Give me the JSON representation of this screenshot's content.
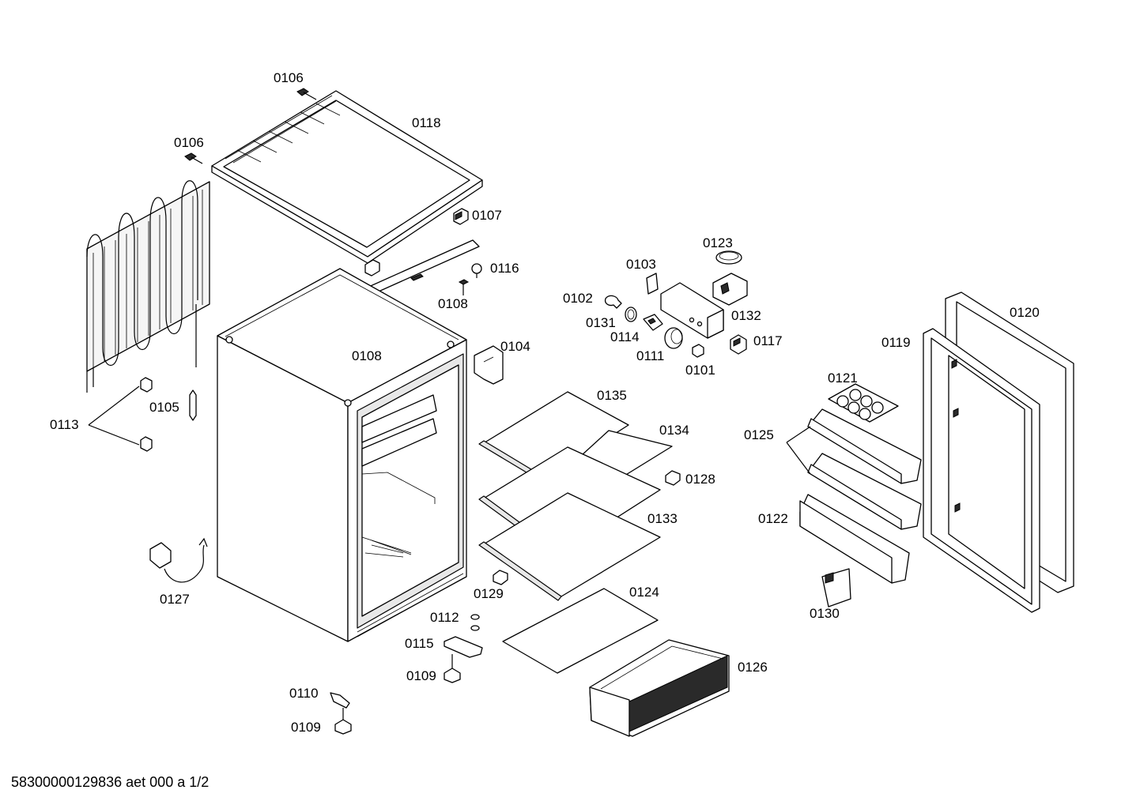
{
  "labels": {
    "p0106a": "0106",
    "p0106b": "0106",
    "p0118": "0118",
    "p0107": "0107",
    "p0116": "0116",
    "p0108a": "0108",
    "p0108b": "0108",
    "p0104": "0104",
    "p0113": "0113",
    "p0105": "0105",
    "p0127": "0127",
    "p0123": "0123",
    "p0103": "0103",
    "p0102": "0102",
    "p0131": "0131",
    "p0114": "0114",
    "p0111": "0111",
    "p0101": "0101",
    "p0132": "0132",
    "p0117": "0117",
    "p0135": "0135",
    "p0134": "0134",
    "p0128": "0128",
    "p0133": "0133",
    "p0129": "0129",
    "p0124": "0124",
    "p0112": "0112",
    "p0115": "0115",
    "p0109a": "0109",
    "p0109b": "0109",
    "p0110": "0110",
    "p0126": "0126",
    "p0120": "0120",
    "p0119": "0119",
    "p0121": "0121",
    "p0125": "0125",
    "p0122": "0122",
    "p0130": "0130"
  },
  "footer": "58300000129836 aet 000 a 1/2"
}
